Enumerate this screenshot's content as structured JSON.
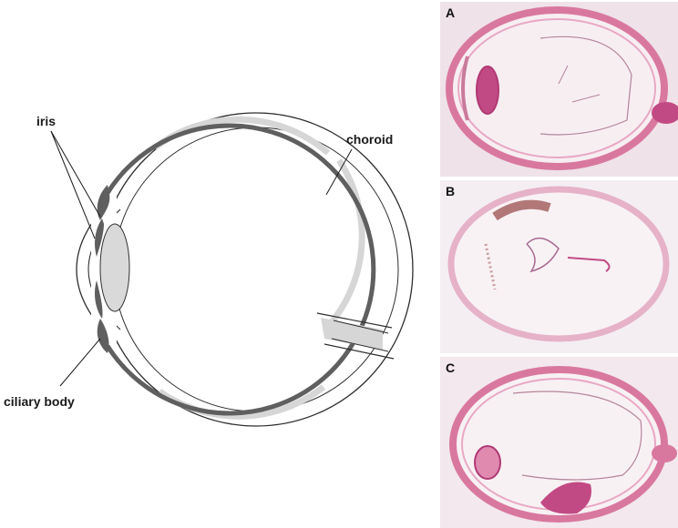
{
  "diagram": {
    "labels": {
      "iris": "iris",
      "choroid": "choroid",
      "ciliary_body": "ciliary body"
    }
  },
  "panels": [
    {
      "label": "A"
    },
    {
      "label": "B"
    },
    {
      "label": "C"
    }
  ],
  "colors": {
    "sclera_line": "#333333",
    "choroid": "#5f5f5f",
    "retina_light": "#d6d6d6",
    "lens": "#d9d9d9",
    "stain_pink": "#d9789f",
    "stain_dark": "#c24a84",
    "slide_bg": "#f7eef2"
  }
}
